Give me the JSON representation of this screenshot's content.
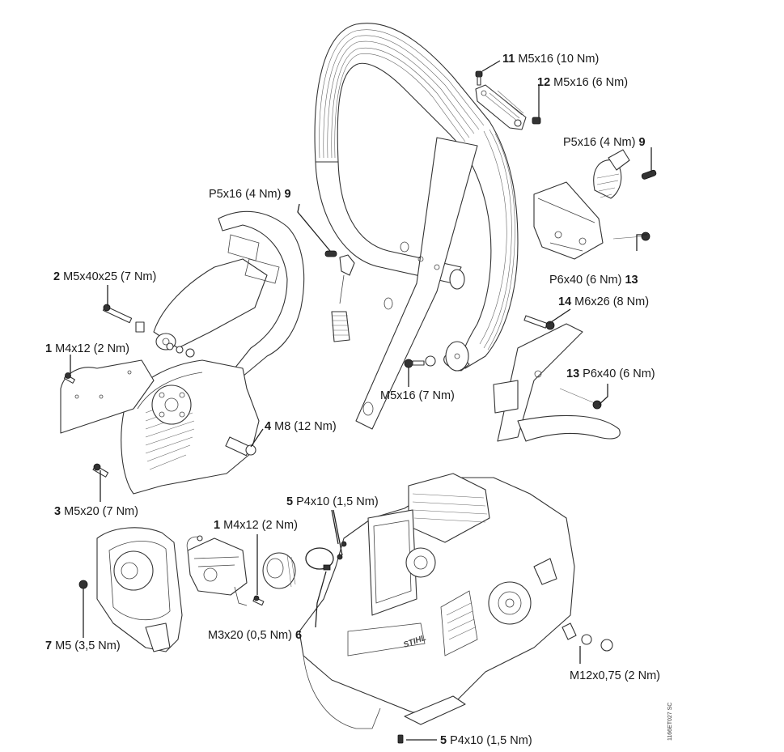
{
  "diagram": {
    "type": "exploded-parts-view",
    "subject": "chainsaw",
    "brand_mark": "STIHL",
    "drawing_code": "1166ET027 SC",
    "callouts": [
      {
        "num": "11",
        "spec": "M5x16 (10 Nm)",
        "num_position": "before"
      },
      {
        "num": "12",
        "spec": "M5x16 (6 Nm)",
        "num_position": "before"
      },
      {
        "num": "9",
        "spec": "P5x16 (4 Nm)",
        "num_position": "after"
      },
      {
        "num": "9",
        "spec": "P5x16 (4 Nm)",
        "num_position": "after"
      },
      {
        "num": "2",
        "spec": "M5x40x25 (7 Nm)",
        "num_position": "before"
      },
      {
        "num": "13",
        "spec": "P6x40 (6 Nm)",
        "num_position": "after"
      },
      {
        "num": "14",
        "spec": "M6x26 (8 Nm)",
        "num_position": "before"
      },
      {
        "num": "1",
        "spec": "M4x12 (2 Nm)",
        "num_position": "before"
      },
      {
        "num": "",
        "spec": "M5x16 (7 Nm)",
        "num_position": "none"
      },
      {
        "num": "13",
        "spec": "P6x40 (6 Nm)",
        "num_position": "before"
      },
      {
        "num": "4",
        "spec": "M8 (12 Nm)",
        "num_position": "before"
      },
      {
        "num": "3",
        "spec": "M5x20 (7 Nm)",
        "num_position": "before"
      },
      {
        "num": "5",
        "spec": "P4x10 (1,5 Nm)",
        "num_position": "before"
      },
      {
        "num": "1",
        "spec": "M4x12 (2 Nm)",
        "num_position": "before"
      },
      {
        "num": "7",
        "spec": "M5 (3,5 Nm)",
        "num_position": "before"
      },
      {
        "num": "6",
        "spec": "M3x20 (0,5 Nm)",
        "num_position": "after"
      },
      {
        "num": "",
        "spec": "M12x0,75 (2 Nm)",
        "num_position": "none"
      },
      {
        "num": "5",
        "spec": "P4x10 (1,5 Nm)",
        "num_position": "before"
      }
    ]
  }
}
